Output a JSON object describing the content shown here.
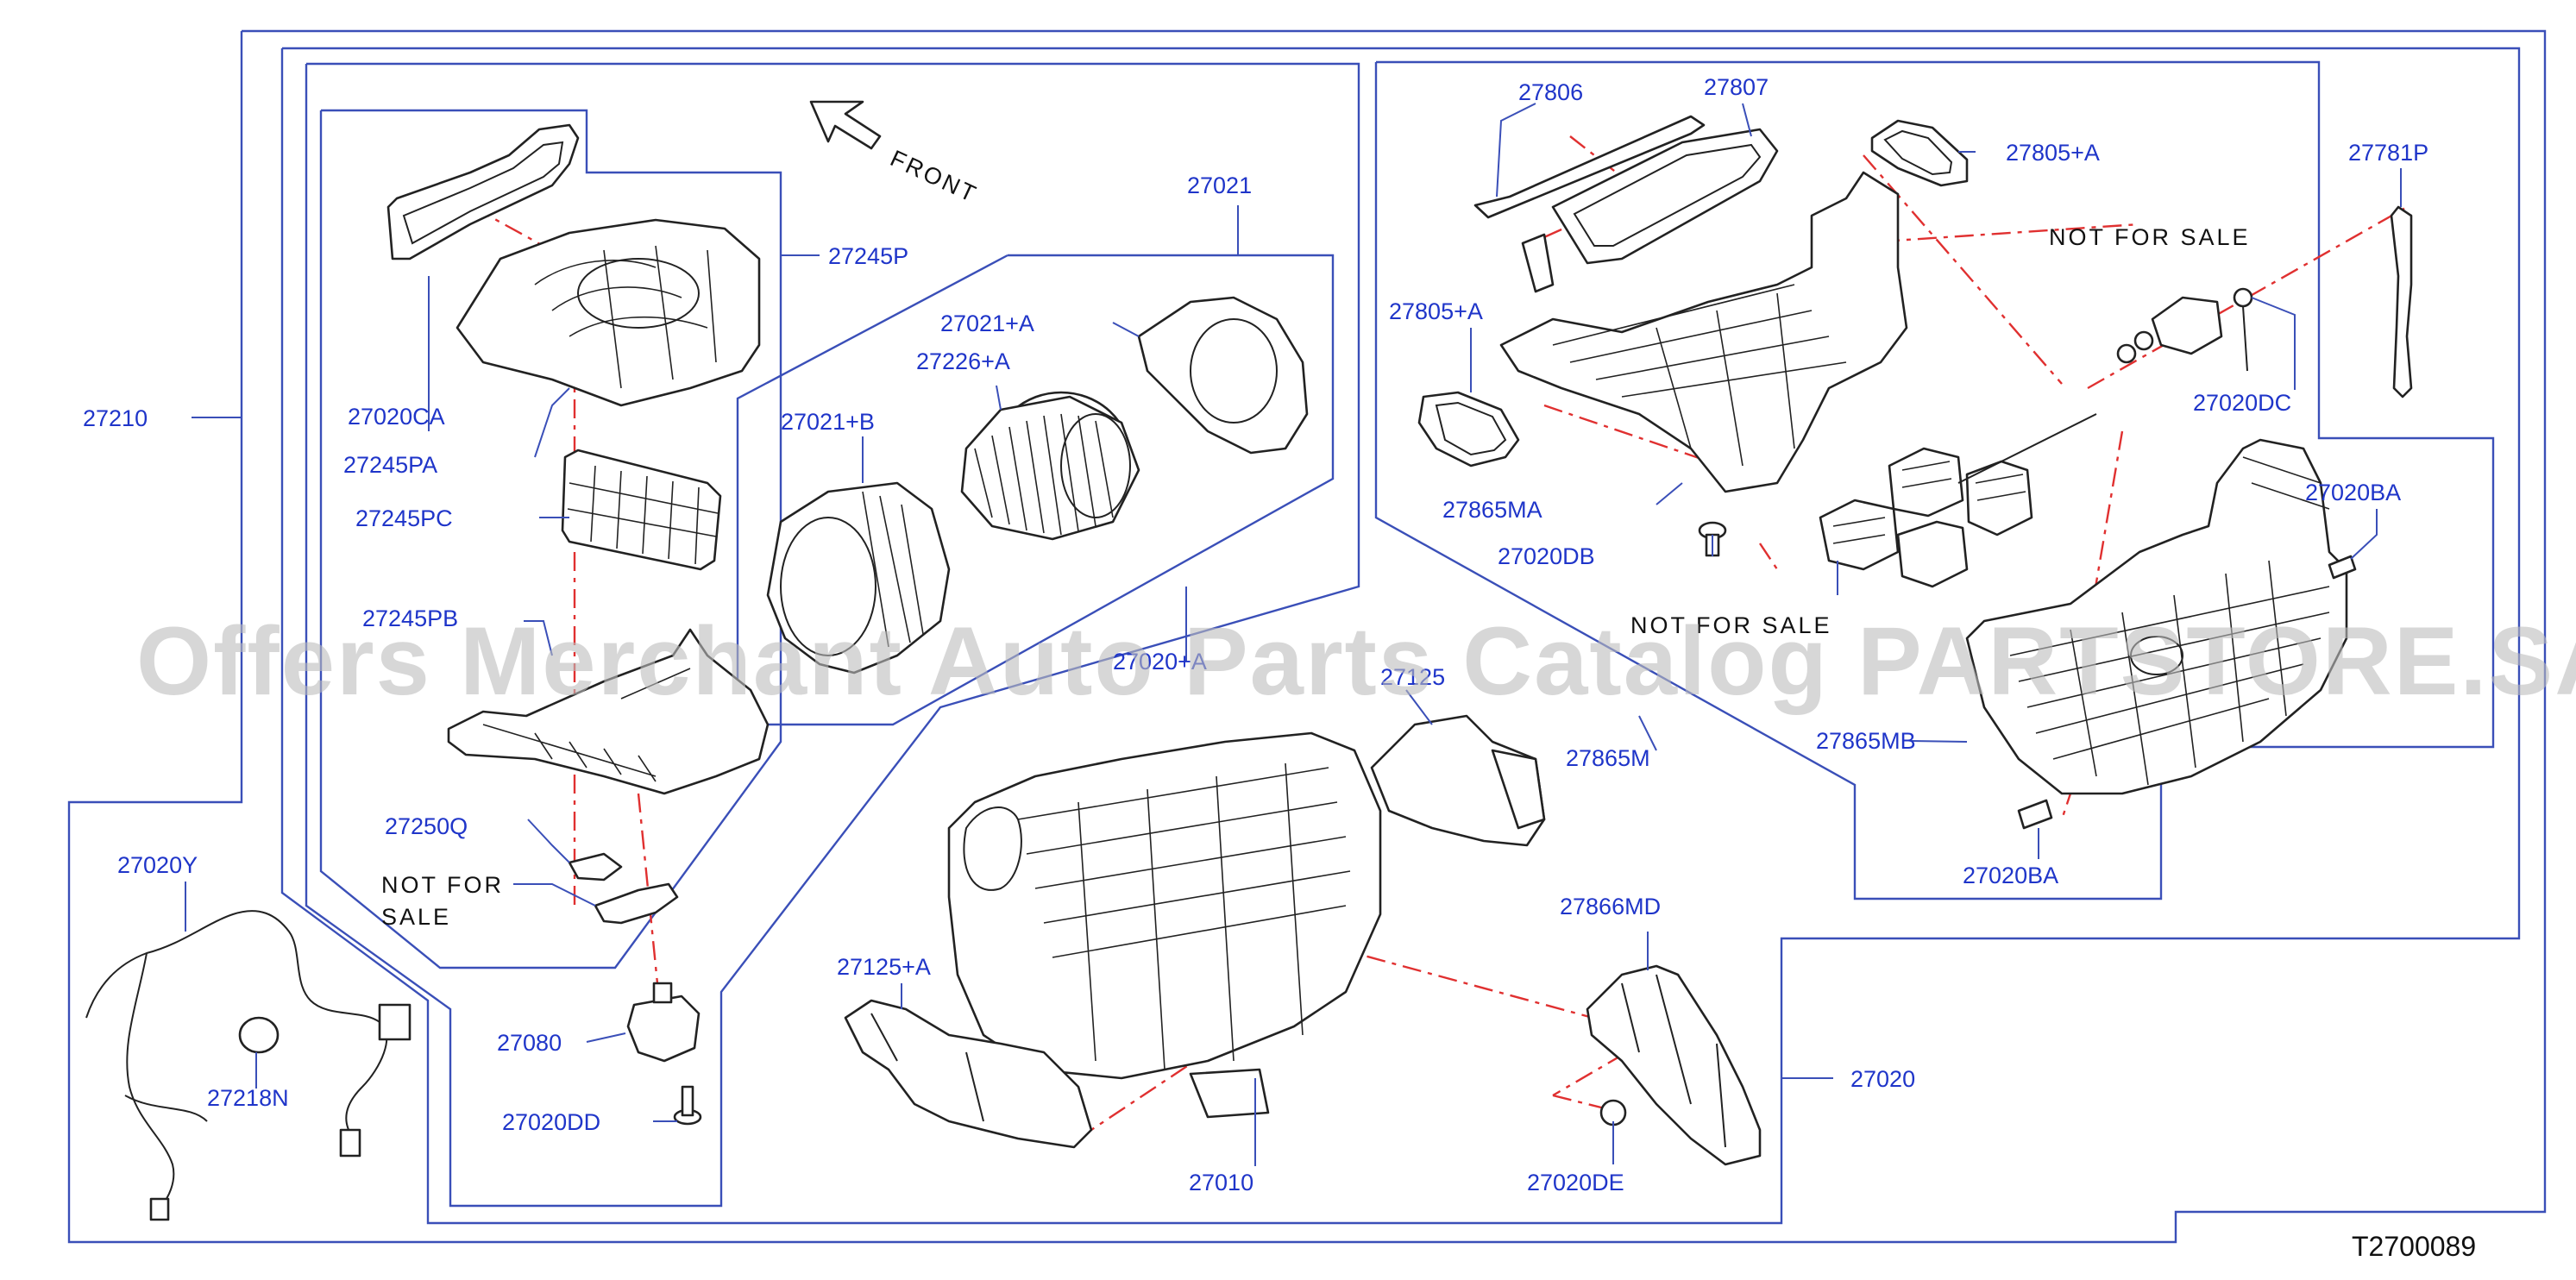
{
  "diagram": {
    "front_label": "FRONT",
    "code": "T2700089",
    "watermark": "Offers Merchant Auto Parts Catalog PARTSTORE.SA",
    "not_for_sale_text": "NOT FOR SALE",
    "not_for_sale_line1": "NOT FOR",
    "not_for_sale_line2": "SALE"
  },
  "labels": {
    "p27210": "27210",
    "p27245P": "27245P",
    "p27020CA": "27020CA",
    "p27245PA": "27245PA",
    "p27245PC": "27245PC",
    "p27245PB": "27245PB",
    "p27250Q": "27250Q",
    "p27080": "27080",
    "p27020DD": "27020DD",
    "p27021": "27021",
    "p27021A": "27021+A",
    "p27226A": "27226+A",
    "p27021B": "27021+B",
    "p27020A": "27020+A",
    "p27125": "27125",
    "p27125A": "27125+A",
    "p27010": "27010",
    "p27806": "27806",
    "p27807": "27807",
    "p27805A_top": "27805+A",
    "p27805A_left": "27805+A",
    "p27781P": "27781P",
    "p27020DC": "27020DC",
    "p27865MA": "27865MA",
    "p27020DB": "27020DB",
    "p27865M": "27865M",
    "p27865MB": "27865MB",
    "p27020BA_top": "27020BA",
    "p27020BA_bottom": "27020BA",
    "p27866MD": "27866MD",
    "p27020": "27020",
    "p27020DE": "27020DE",
    "p27020Y": "27020Y",
    "p27218N": "27218N"
  }
}
